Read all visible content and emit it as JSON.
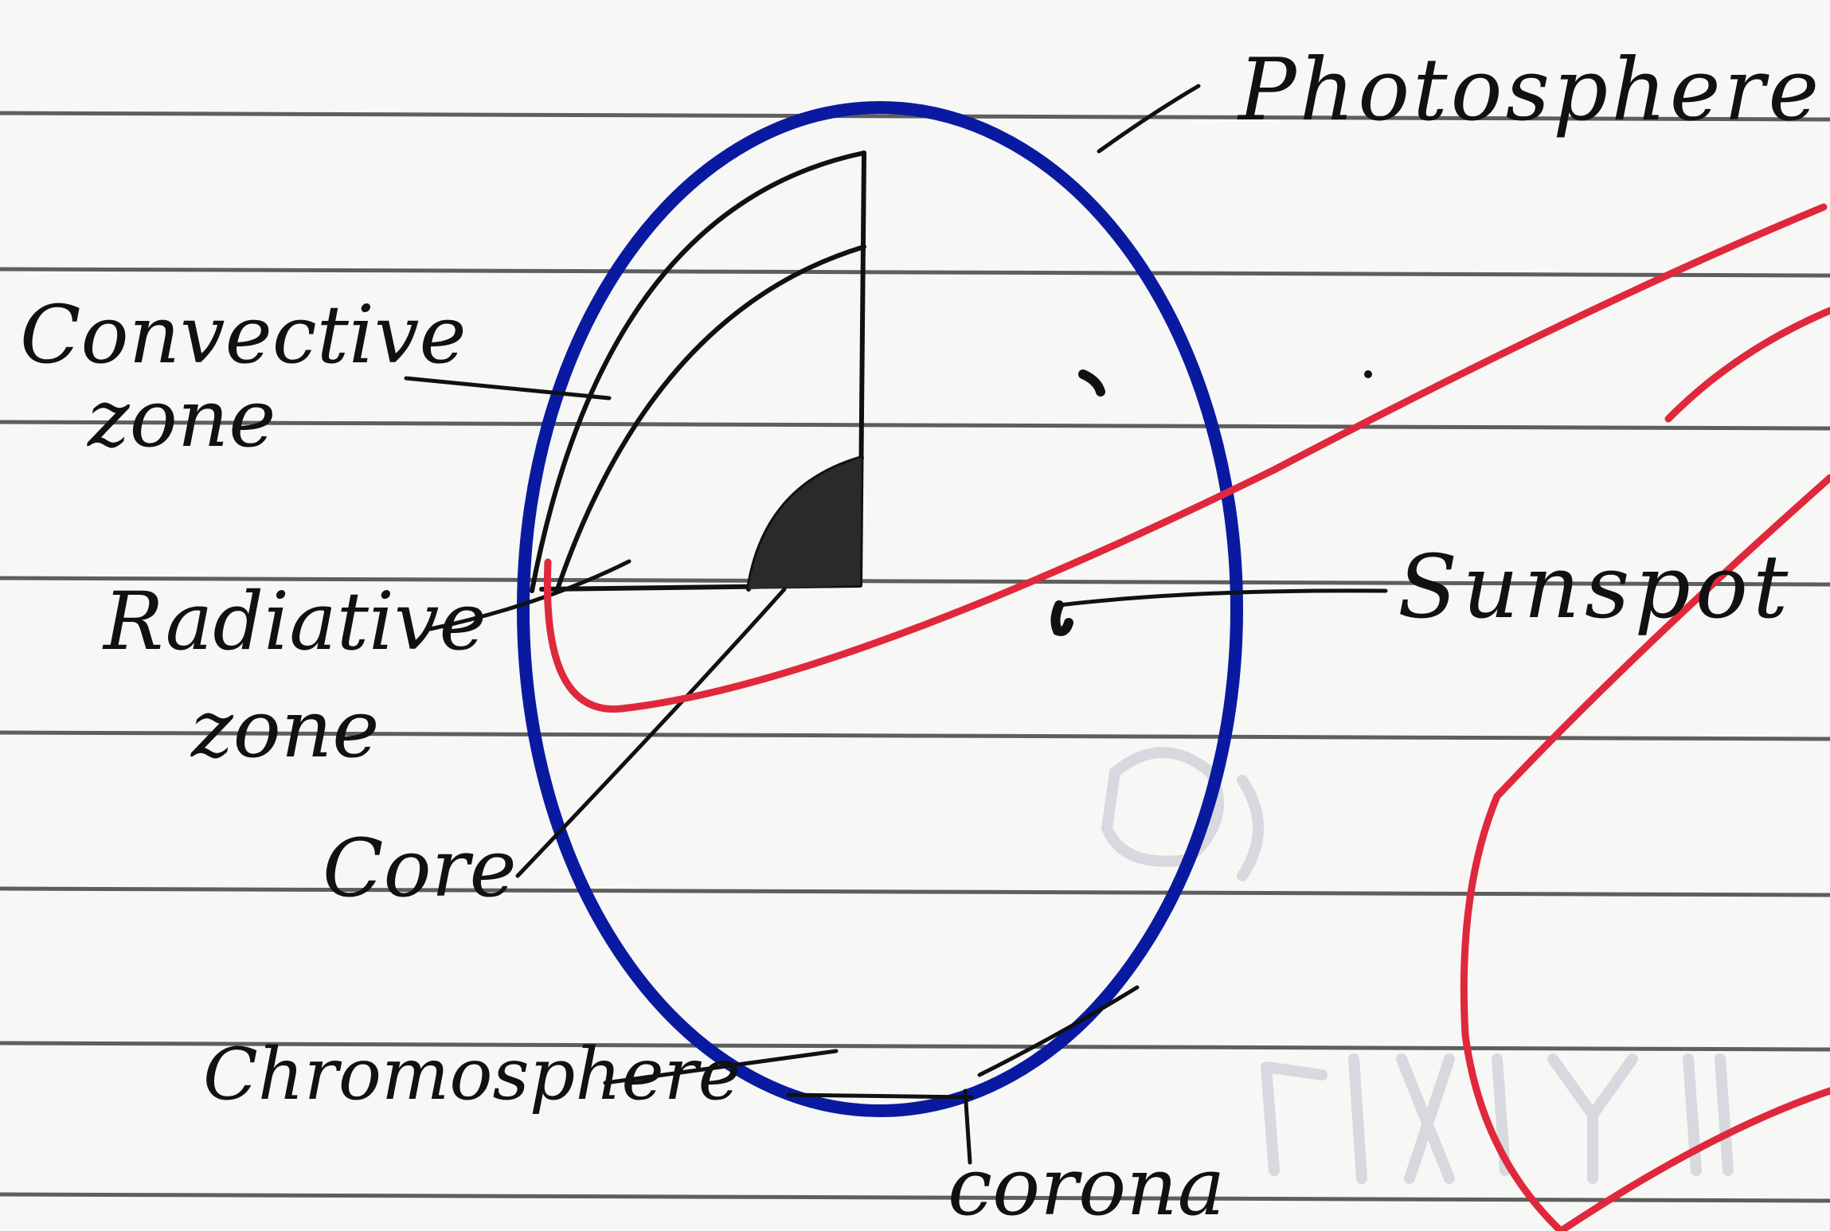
{
  "diagram": {
    "labels": {
      "photosphere": "Photosphere.",
      "convective_zone_line1": "Convective",
      "convective_zone_line2": "zone",
      "radiative_zone_line1": "Radiative",
      "radiative_zone_line2": "zone",
      "core": "Core",
      "sunspot": "Sunspot",
      "chromosphere": "Chromosphere",
      "corona": "corona"
    },
    "colors": {
      "paper": "#f7f7f5",
      "rule_lines": "#3a3a3a",
      "sun_outline": "#0a1aa0",
      "ink": "#111111",
      "core_fill": "#2a2a2a",
      "red_marker": "#e0283c"
    }
  }
}
